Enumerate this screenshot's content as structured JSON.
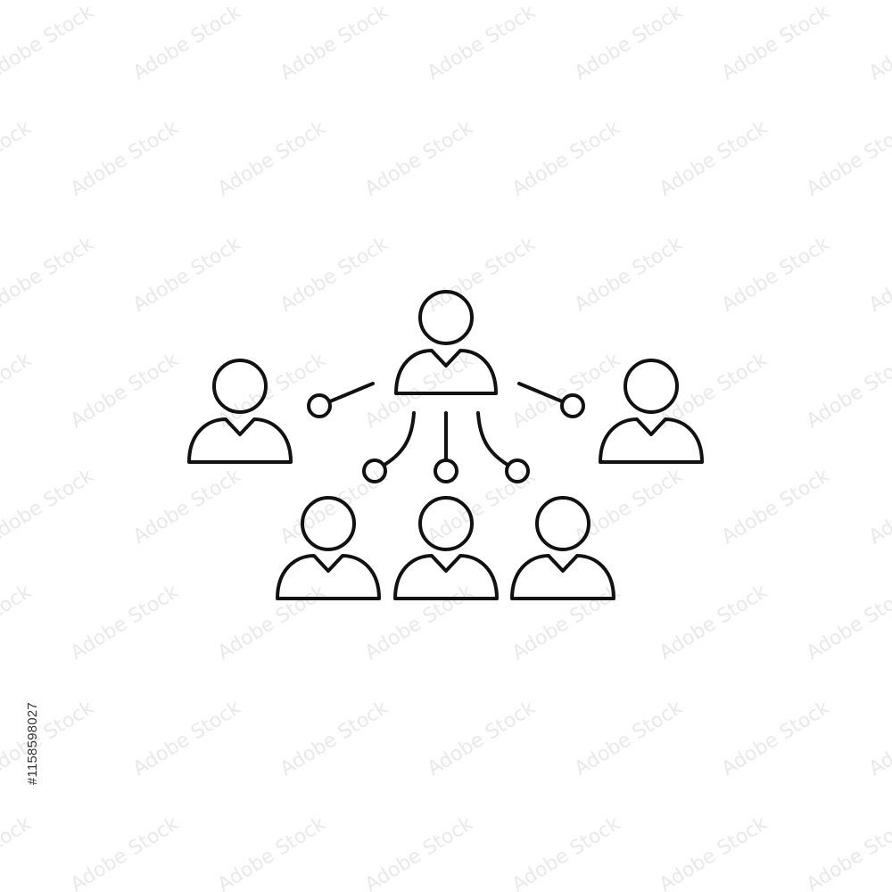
{
  "colors": {
    "background": "#ffffff",
    "stroke": "#111111",
    "watermark": "#e9e9e9",
    "caption": "#333333"
  },
  "icon": {
    "name": "team-network-icon",
    "people": [
      "person-top-center",
      "person-left",
      "person-right",
      "person-bottom-left",
      "person-bottom-center",
      "person-bottom-right"
    ],
    "connectors": [
      "connector-left",
      "connector-right",
      "connector-bottom-left",
      "connector-bottom-center",
      "connector-bottom-right"
    ]
  },
  "watermark": {
    "text": "Adobe Stock"
  },
  "caption": {
    "stock_id": "#1158598027"
  }
}
